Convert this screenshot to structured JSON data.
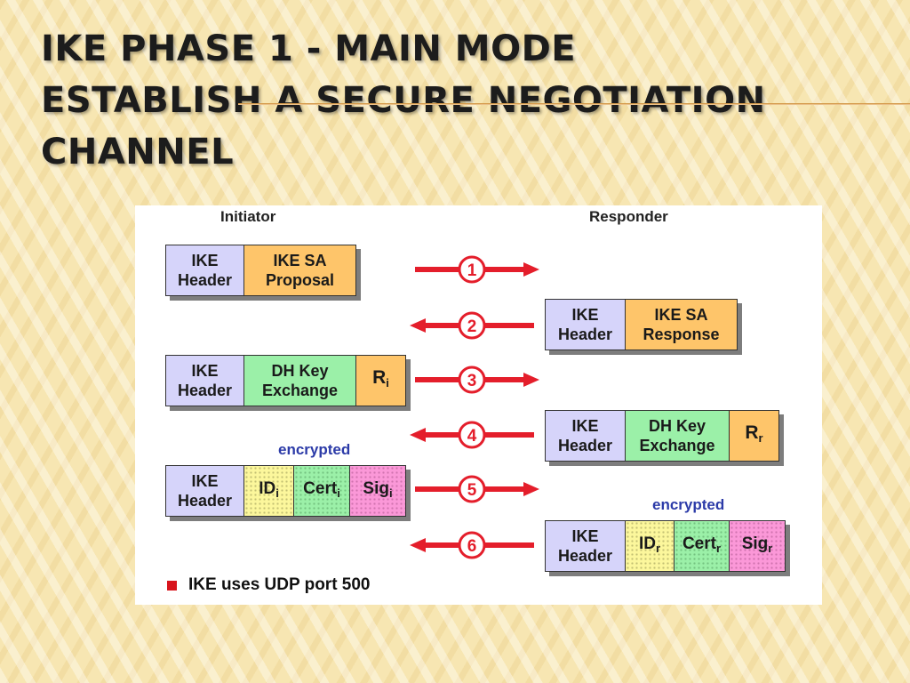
{
  "slide": {
    "title_lines": [
      "IKE Phase 1 - Main Mode",
      "Establish a secure negotiation",
      "channel"
    ]
  },
  "diagram": {
    "initiator_label": "Initiator",
    "responder_label": "Responder",
    "encrypted_label": "encrypted",
    "arrow_color": "#e41e2b",
    "messages": [
      {
        "step": "1",
        "direction": "right",
        "fields": [
          {
            "line1": "IKE",
            "line2": "Header"
          },
          {
            "line1": "IKE SA",
            "line2": "Proposal"
          }
        ]
      },
      {
        "step": "2",
        "direction": "left",
        "fields": [
          {
            "line1": "IKE",
            "line2": "Header"
          },
          {
            "line1": "IKE SA",
            "line2": "Response"
          }
        ]
      },
      {
        "step": "3",
        "direction": "right",
        "fields": [
          {
            "line1": "IKE",
            "line2": "Header"
          },
          {
            "line1": "DH Key",
            "line2": "Exchange"
          },
          {
            "base": "R",
            "sub": "i"
          }
        ]
      },
      {
        "step": "4",
        "direction": "left",
        "fields": [
          {
            "line1": "IKE",
            "line2": "Header"
          },
          {
            "line1": "DH Key",
            "line2": "Exchange"
          },
          {
            "base": "R",
            "sub": "r"
          }
        ]
      },
      {
        "step": "5",
        "direction": "right",
        "encrypted": true,
        "fields": [
          {
            "line1": "IKE",
            "line2": "Header"
          },
          {
            "base": "ID",
            "sub": "i"
          },
          {
            "base": "Cert",
            "sub": "i"
          },
          {
            "base": "Sig",
            "sub": "i"
          }
        ]
      },
      {
        "step": "6",
        "direction": "left",
        "encrypted": true,
        "fields": [
          {
            "line1": "IKE",
            "line2": "Header"
          },
          {
            "base": "ID",
            "sub": "r"
          },
          {
            "base": "Cert",
            "sub": "r"
          },
          {
            "base": "Sig",
            "sub": "r"
          }
        ]
      }
    ],
    "note": "IKE uses UDP port 500"
  }
}
